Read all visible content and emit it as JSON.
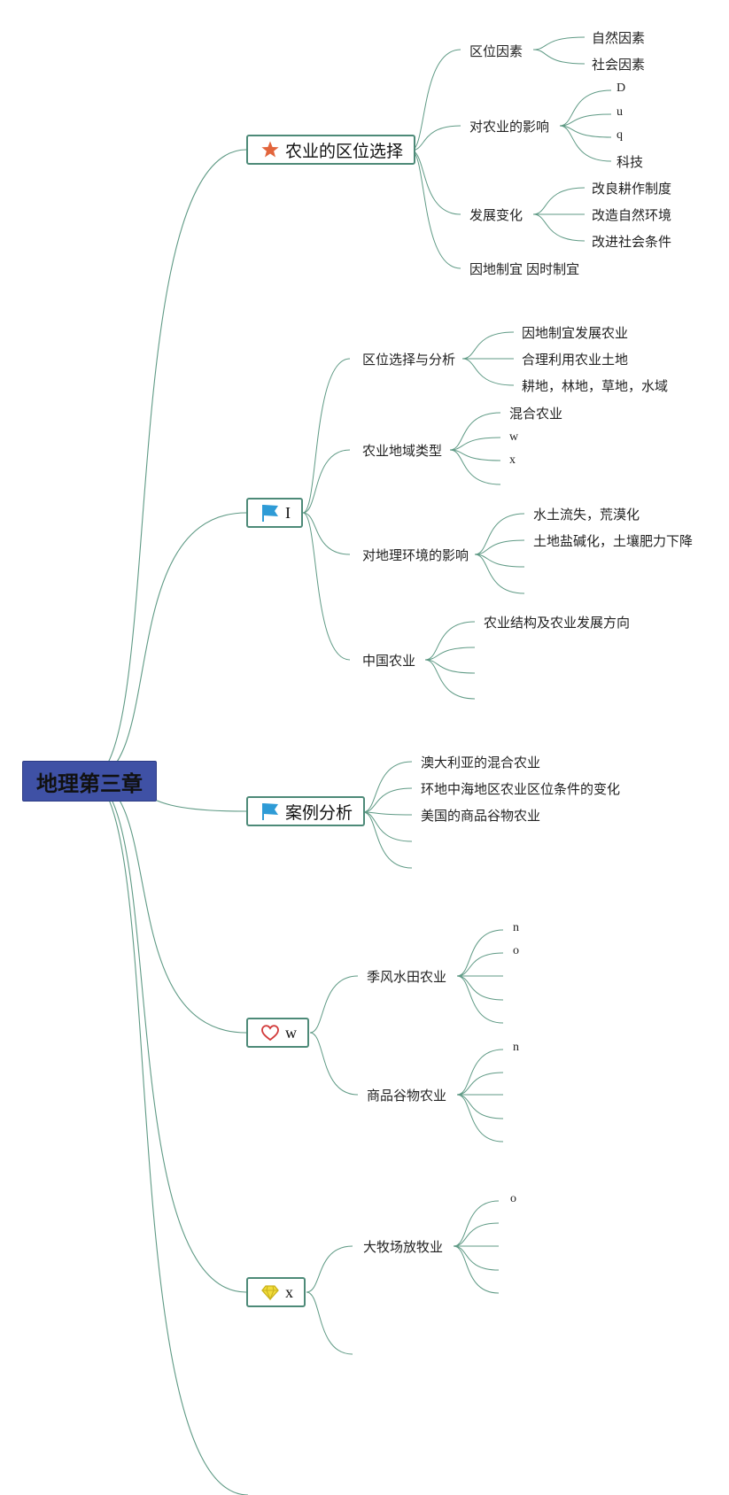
{
  "root": {
    "label": "地理第三章"
  },
  "branches": [
    {
      "label": "农业的区位选择",
      "icon": "star-icon",
      "children": [
        {
          "label": "区位因素",
          "children": [
            "自然因素",
            "社会因素"
          ]
        },
        {
          "label": "对农业的影响",
          "children": [
            "D",
            "u",
            "q",
            "科技"
          ]
        },
        {
          "label": "发展变化",
          "children": [
            "改良耕作制度",
            "改造自然环境",
            "改进社会条件"
          ]
        },
        {
          "label": "因地制宜 因时制宜",
          "children": []
        }
      ]
    },
    {
      "label": "I",
      "icon": "flag-icon",
      "children": [
        {
          "label": "区位选择与分析",
          "children": [
            "因地制宜发展农业",
            "合理利用农业土地",
            "耕地，林地，草地，水域"
          ]
        },
        {
          "label": "农业地域类型",
          "children": [
            "混合农业",
            "w",
            "x",
            ""
          ]
        },
        {
          "label": "对地理环境的影响",
          "children": [
            "水土流失，荒漠化",
            "土地盐碱化，土壤肥力下降",
            "",
            ""
          ]
        },
        {
          "label": "中国农业",
          "children": [
            "农业结构及农业发展方向",
            "",
            "",
            ""
          ]
        }
      ]
    },
    {
      "label": "案例分析",
      "icon": "flag-icon",
      "children": [
        "澳大利亚的混合农业",
        "环地中海地区农业区位条件的变化",
        "美国的商品谷物农业",
        "",
        ""
      ]
    },
    {
      "label": "w",
      "icon": "heart-icon",
      "children": [
        {
          "label": "季风水田农业",
          "children": [
            "n",
            "o",
            "",
            "",
            ""
          ]
        },
        {
          "label": "商品谷物农业",
          "children": [
            "n",
            "",
            "",
            "",
            ""
          ]
        }
      ]
    },
    {
      "label": "x",
      "icon": "diamond-icon",
      "children": [
        {
          "label": "大牧场放牧业",
          "children": [
            "o",
            "",
            "",
            "",
            ""
          ]
        },
        {
          "label": "",
          "children": []
        }
      ]
    }
  ],
  "colors": {
    "root_fill": "#3f51a5",
    "branch_border": "#4d8a78",
    "line": "#5f9a85",
    "star": "#e2653c",
    "flag": "#2e9bd6",
    "heart": "#d23b3b",
    "diamond": "#f2dc3a"
  }
}
